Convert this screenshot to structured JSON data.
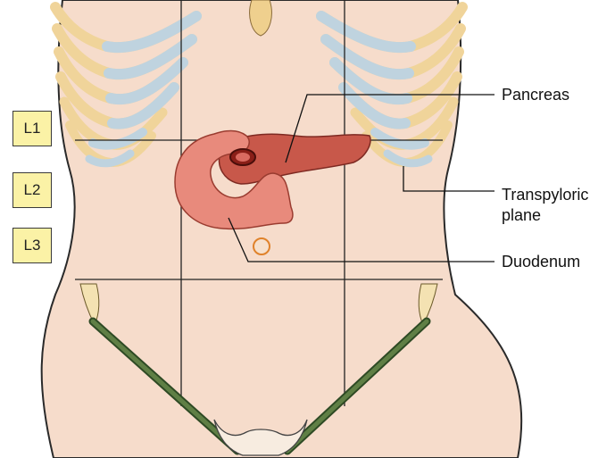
{
  "vertebral_levels": [
    "L1",
    "L2",
    "L3"
  ],
  "labels": {
    "pancreas": "Pancreas",
    "transpyloric_line1": "Transpyloric",
    "transpyloric_line2": "plane",
    "duodenum": "Duodenum"
  },
  "colors": {
    "skin": "#f6dccb",
    "skin_outline": "#2a2a2a",
    "rib_bone": "#f0d49a",
    "rib_cartilage": "#bfd3df",
    "pancreas": "#c8584a",
    "duodenum": "#e88a7c",
    "pelvic_line": "#4e6b3a",
    "label_box": "#fbf2a6"
  }
}
